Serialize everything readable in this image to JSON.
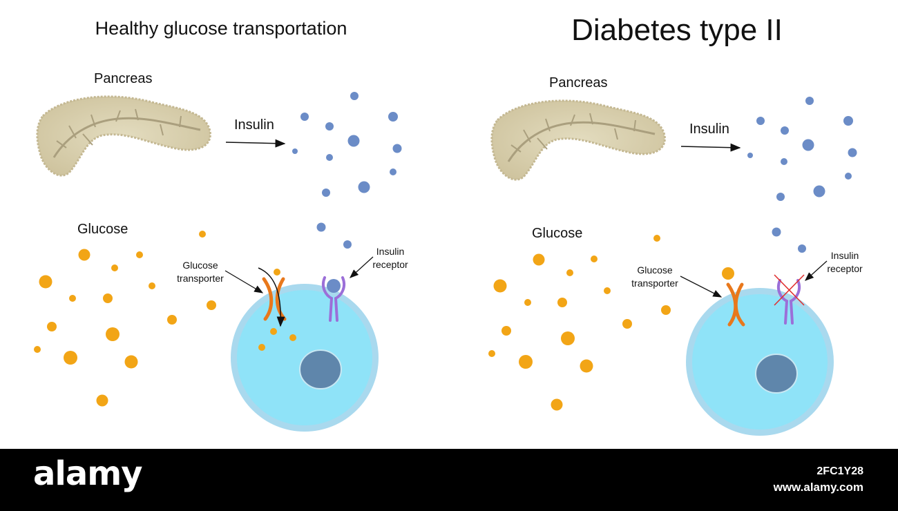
{
  "healthy": {
    "title": "Healthy glucose transportation",
    "pancreas_label": "Pancreas",
    "insulin_label": "Insulin",
    "glucose_label": "Glucose",
    "transporter_label_line1": "Glucose",
    "transporter_label_line2": "transporter",
    "receptor_label_line1": "Insulin",
    "receptor_label_line2": "receptor"
  },
  "diabetes": {
    "title": "Diabetes type II",
    "pancreas_label": "Pancreas",
    "insulin_label": "Insulin",
    "glucose_label": "Glucose",
    "transporter_label_line1": "Glucose",
    "transporter_label_line2": "transporter",
    "receptor_label_line1": "Insulin",
    "receptor_label_line2": "receptor"
  },
  "footer": {
    "brand": "alamy",
    "image_id": "2FC1Y28",
    "site": "www.alamy.com"
  },
  "colors": {
    "insulin": "#6b8cc7",
    "glucose": "#f2a516",
    "cell": "#8fe3f8",
    "cell_rim": "#a9d9ee",
    "nucleus": "#5f86ab",
    "pancreas": "#d8cfae",
    "transporter": "#e8781c",
    "receptor": "#9b6fd8",
    "blocked": "#e03030"
  }
}
